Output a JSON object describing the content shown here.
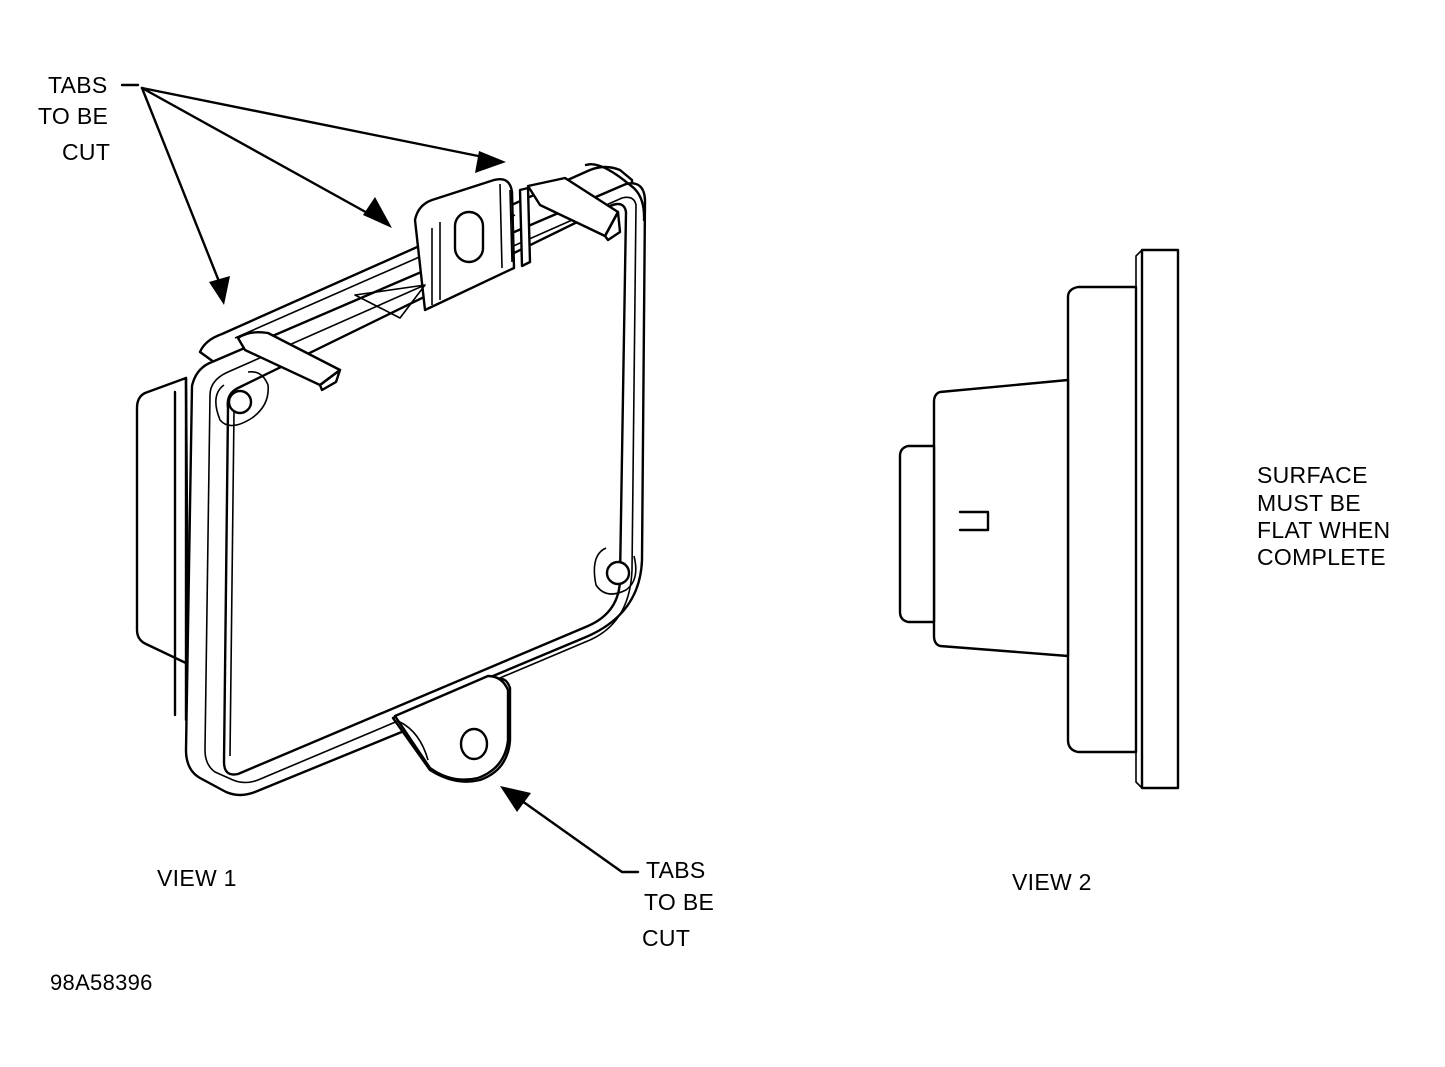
{
  "labels": {
    "tabs_top": [
      "TABS",
      "TO BE",
      "CUT"
    ],
    "tabs_bottom": [
      "TABS",
      "TO BE",
      "CUT"
    ],
    "view1": "VIEW 1",
    "view2": "VIEW 2",
    "surface_note": [
      "SURFACE",
      "MUST BE",
      "FLAT WHEN",
      "COMPLETE"
    ],
    "figure_id": "98A58396"
  }
}
